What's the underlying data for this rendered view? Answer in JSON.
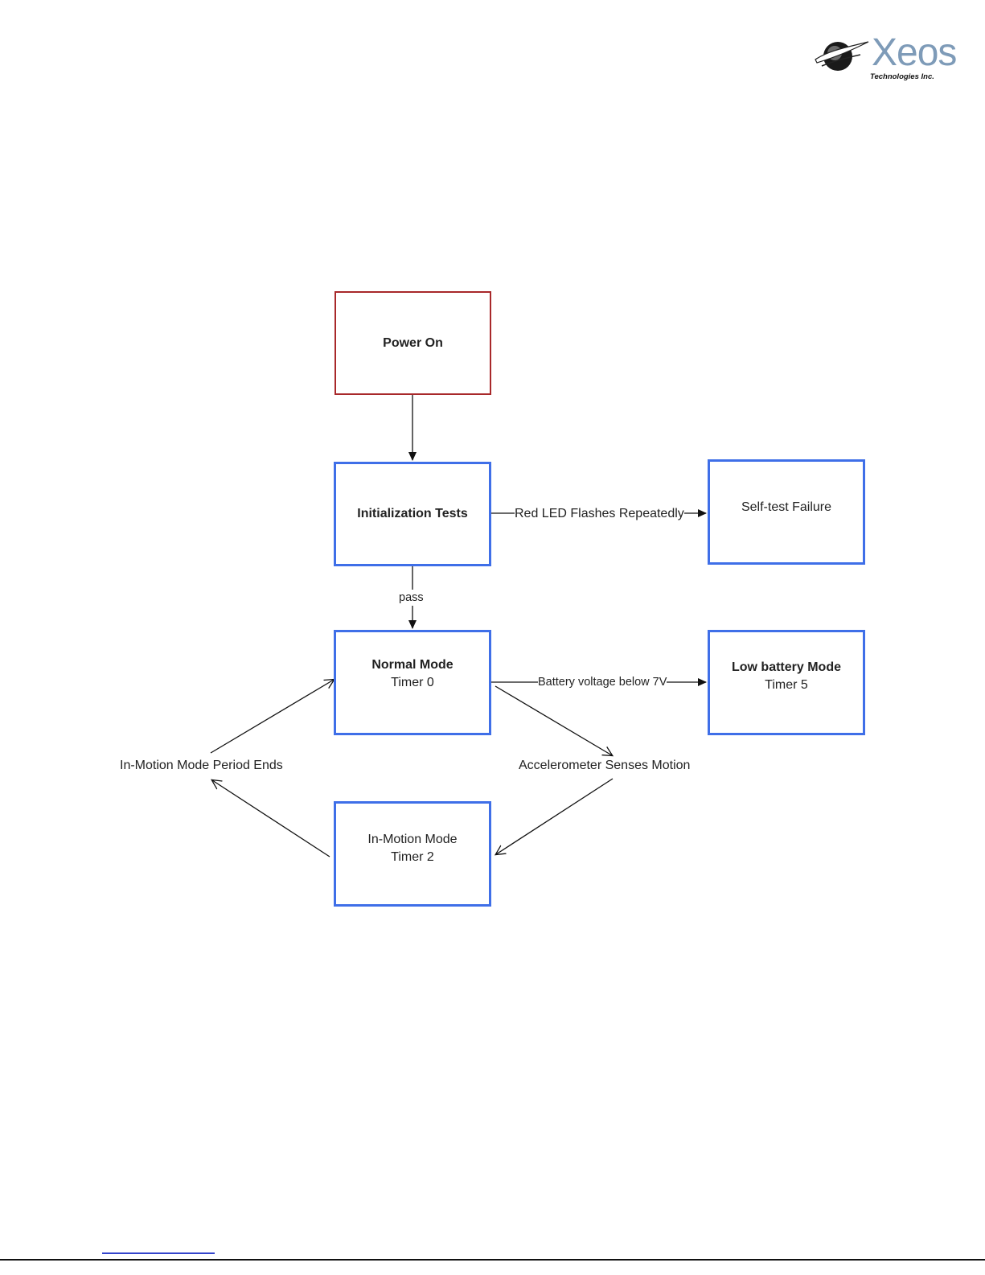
{
  "logo": {
    "name": "Xeos",
    "tagline": "Technologies Inc."
  },
  "diagram": {
    "nodes": {
      "power_on": {
        "title": "Power On"
      },
      "init_tests": {
        "title": "Initialization Tests"
      },
      "self_test_failure": {
        "title": "Self-test Failure"
      },
      "normal_mode": {
        "title": "Normal Mode",
        "subtitle": "Timer 0"
      },
      "low_battery_mode": {
        "title": "Low battery Mode",
        "subtitle": "Timer 5"
      },
      "in_motion_mode": {
        "title": "In-Motion Mode",
        "subtitle": "Timer 2"
      }
    },
    "edges": {
      "red_led": "Red LED Flashes Repeatedly",
      "pass": "pass",
      "battery": "Battery voltage below 7V",
      "accel": "Accelerometer Senses Motion",
      "period_ends": "In-Motion Mode Period Ends"
    }
  },
  "colors": {
    "start_border": "#a8282a",
    "node_border": "#3f6fe8",
    "logo": "#7e9bb8"
  }
}
